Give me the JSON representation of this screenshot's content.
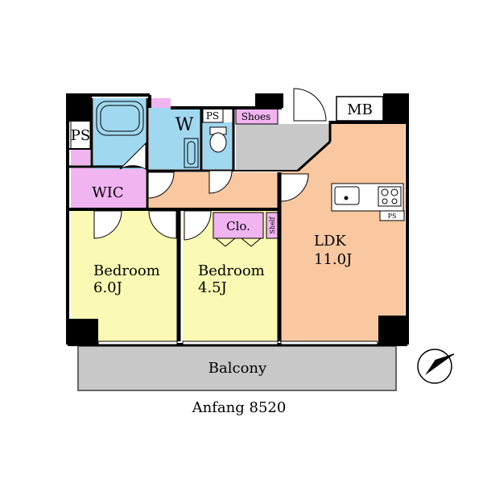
{
  "plan": {
    "rooms": {
      "bedroom1": {
        "name": "Bedroom",
        "size": "6.0J",
        "color": "#fafab4"
      },
      "bedroom2": {
        "name": "Bedroom",
        "size": "4.5J",
        "color": "#fafab4"
      },
      "ldk": {
        "name": "LDK",
        "size": "11.0J",
        "color": "#fac8a0"
      },
      "wic": {
        "name": "WIC",
        "color": "#f0b4f0"
      },
      "closet": {
        "name": "Clo.",
        "color": "#f0b4f0"
      },
      "shoes": {
        "name": "Shoes",
        "color": "#f0b4f0"
      },
      "shelf": {
        "name": "Shelf",
        "color": "#f0b4f0"
      },
      "washer": {
        "name": "W",
        "color": "#a0d8f0"
      },
      "balcony": {
        "name": "Balcony",
        "color": "#c8c8c8"
      },
      "entrance": {
        "color": "#c8c8c8"
      },
      "bath": {
        "color": "#a0d8f0"
      },
      "toilet": {
        "color": "#a0d8f0"
      },
      "hall": {
        "color": "#fac8a0"
      }
    },
    "ps_labels": [
      "PS",
      "PS",
      "PS"
    ],
    "meter_box": "MB",
    "caption": "Anfang 8520"
  }
}
